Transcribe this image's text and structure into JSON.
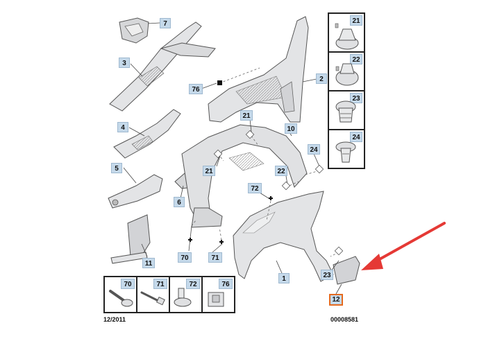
{
  "callouts": {
    "c7": "7",
    "c3": "3",
    "c76a": "76",
    "c2": "2",
    "c4": "4",
    "c21a": "21",
    "c10": "10",
    "c24a": "24",
    "c5": "5",
    "c21b": "21",
    "c22a": "22",
    "c72a": "72",
    "c6": "6",
    "c11": "11",
    "c70a": "70",
    "c71a": "71",
    "c1": "1",
    "c23a": "23",
    "c12": "12"
  },
  "clip_panel": {
    "items": [
      "21",
      "22",
      "23",
      "24"
    ]
  },
  "fastener_panel": {
    "items": [
      "70",
      "71",
      "72",
      "76"
    ]
  },
  "footer": {
    "date": "12/2011",
    "ref": "00008581"
  },
  "colors": {
    "callout_bg": "#c5d9ea",
    "highlight_border": "#e56a1f",
    "arrow": "#e53935",
    "part_fill": "#e3e4e6",
    "part_stroke": "#555555"
  }
}
